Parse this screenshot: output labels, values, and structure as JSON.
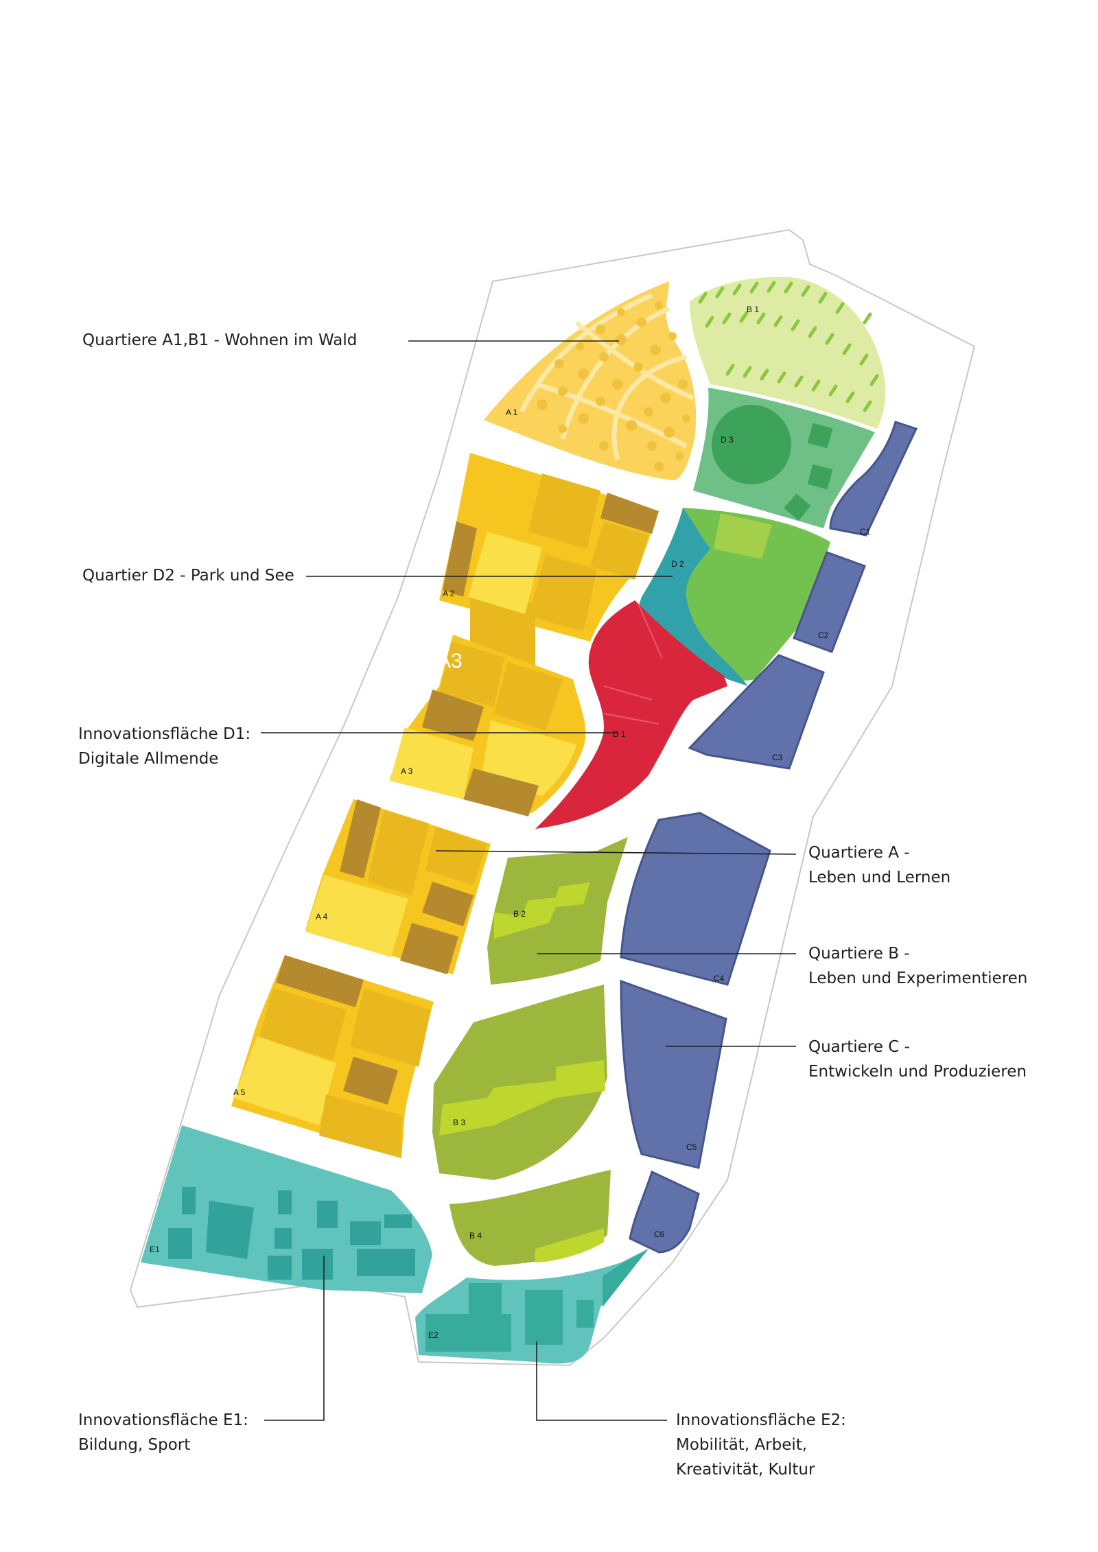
{
  "colors": {
    "forest_housing": "#FBD35A",
    "housing_a_dark": "#E9B81F",
    "housing_a_mid": "#F6C51F",
    "housing_a_light": "#FADF48",
    "housing_a_brown": "#B58A2F",
    "woodland_b1": "#DEEBA5",
    "park_d3": "#6EC087",
    "park_d3_dark": "#3EA35A",
    "park_d2": "#73C24F",
    "lake_d2": "#31A1AA",
    "innovation_d1": "#D9263D",
    "quarter_b": "#9DB63C",
    "quarter_b_light": "#BED72F",
    "quarter_c": "#6171A9",
    "innovation_e1": "#61C4BC",
    "innovation_e2": "#37AC9C",
    "leader_line": "#1e1e1e"
  },
  "zones": {
    "a1": "A 1",
    "a2": "A 2",
    "a3": "A 3",
    "a4": "A 4",
    "a5": "A 5",
    "b1": "B 1",
    "b2": "B 2",
    "b3": "B 3",
    "b4": "B 4",
    "c1": "C1",
    "c2": "C2",
    "c3": "C3",
    "c4": "C4",
    "c5": "C5",
    "c6": "C6",
    "d1": "D 1",
    "d2": "D 2",
    "d3": "D 3",
    "e1": "E1",
    "e2": "E2",
    "a3_large": "A3"
  },
  "legend": {
    "wohnen_im_wald": "Quartiere A1,B1 - Wohnen im Wald",
    "park_und_see": "Quartier D2 - Park und See",
    "digitale_allmende": [
      "Innovationsfläche D1:",
      "Digitale Allmende"
    ],
    "quartiere_a": [
      "Quartiere A -",
      "Leben und Lernen"
    ],
    "quartiere_b": [
      "Quartiere B -",
      "Leben und Experimentieren"
    ],
    "quartiere_c": [
      "Quartiere C -",
      "Entwickeln und Produzieren"
    ],
    "bildung_sport": [
      "Innovationsfläche E1:",
      "Bildung, Sport"
    ],
    "mobilitaet": [
      "Innovationsfläche E2:",
      "Mobilität, Arbeit,",
      "Kreativität, Kultur"
    ]
  }
}
